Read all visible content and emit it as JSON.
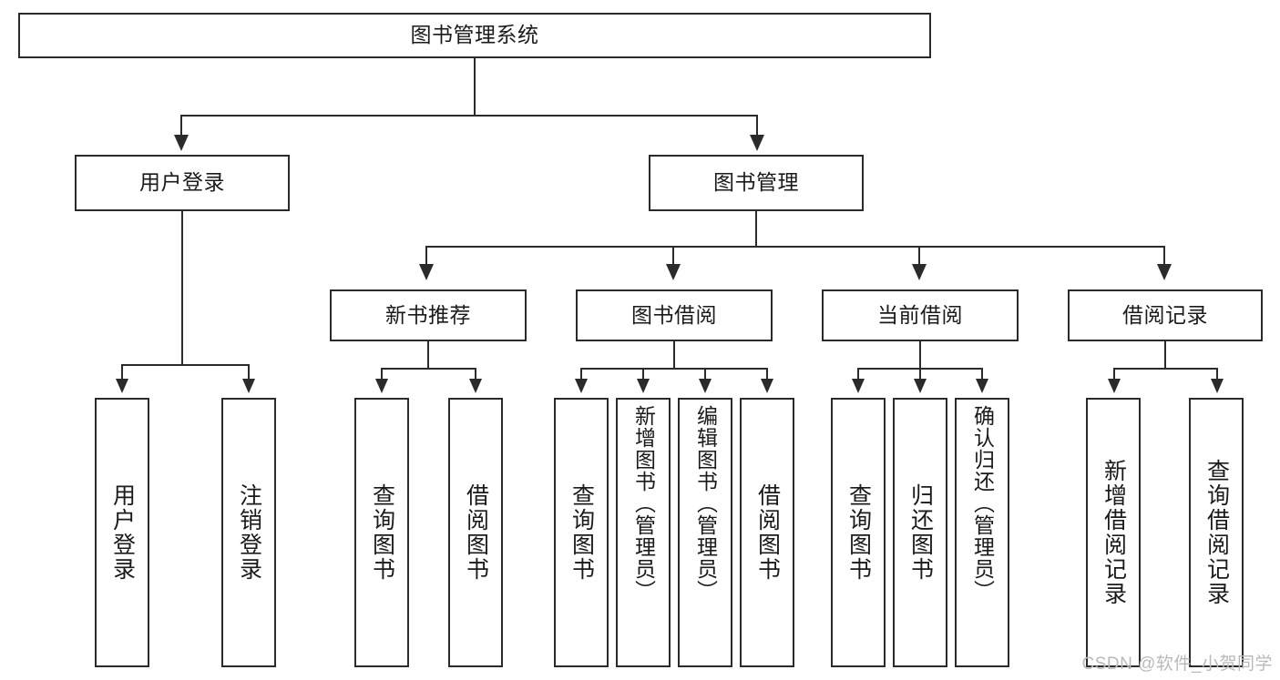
{
  "diagram": {
    "title": "图书管理系统",
    "type": "tree-hierarchy-chart",
    "root": {
      "label": "图书管理系统"
    },
    "level2": [
      {
        "label": "用户登录"
      },
      {
        "label": "图书管理"
      }
    ],
    "level3": [
      {
        "label": "新书推荐"
      },
      {
        "label": "图书借阅"
      },
      {
        "label": "当前借阅"
      },
      {
        "label": "借阅记录"
      }
    ],
    "leaves": {
      "user_login": [
        {
          "label": "用户登录"
        },
        {
          "label": "注销登录"
        }
      ],
      "new_book_recommend": [
        {
          "label": "查询图书"
        },
        {
          "label": "借阅图书"
        }
      ],
      "book_borrow": [
        {
          "label": "查询图书"
        },
        {
          "label": "新增图书（管理员）"
        },
        {
          "label": "编辑图书（管理员）"
        },
        {
          "label": "借阅图书"
        }
      ],
      "current_borrow": [
        {
          "label": "查询图书"
        },
        {
          "label": "归还图书"
        },
        {
          "label": "确认归还（管理员）"
        }
      ],
      "borrow_record": [
        {
          "label": "新增借阅记录"
        },
        {
          "label": "查询借阅记录"
        }
      ]
    }
  },
  "watermark": {
    "text": "CSDN @软件_小贺同学"
  },
  "colors": {
    "stroke": "#2b2b2b",
    "fill": "#ffffff",
    "text": "#1a1a1a",
    "watermark": "#b9b9b9"
  }
}
